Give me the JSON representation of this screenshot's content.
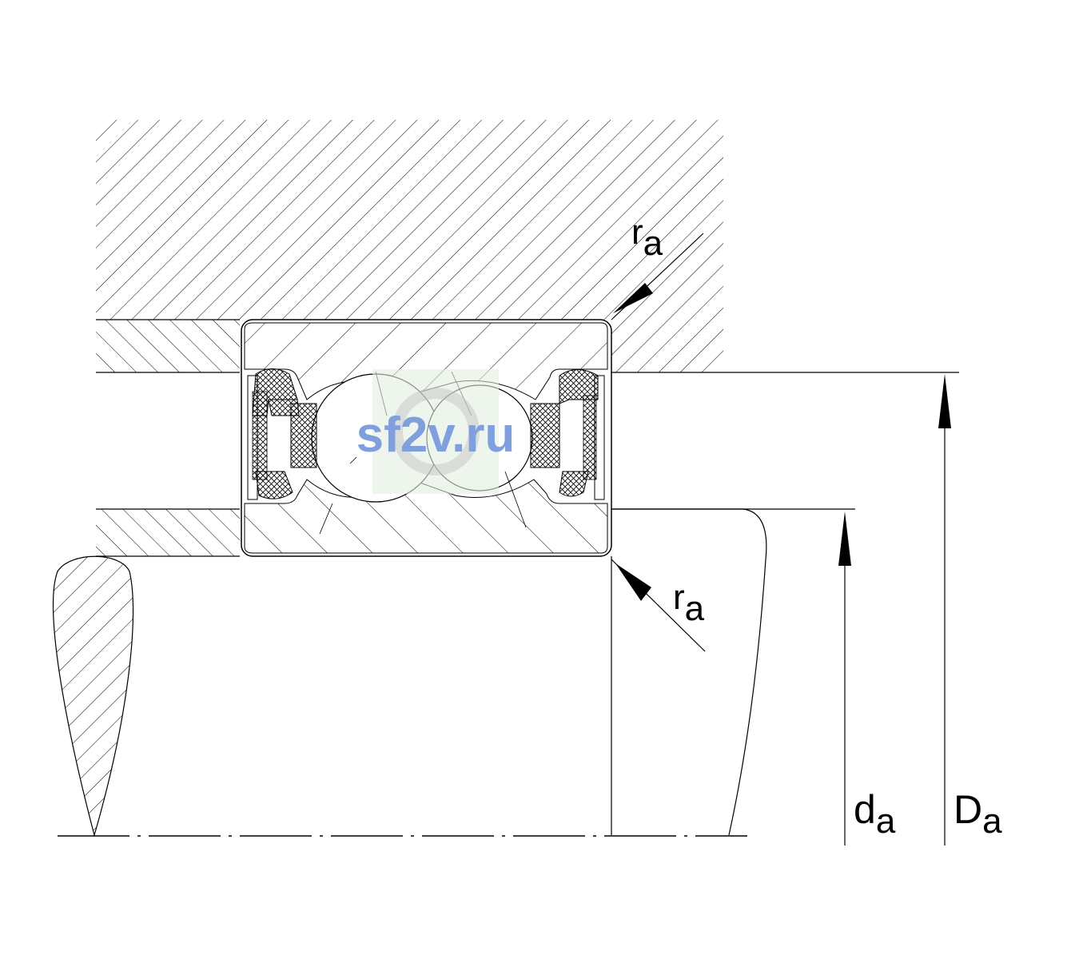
{
  "labels": {
    "ra_top": {
      "main": "r",
      "sub": "a"
    },
    "ra_bottom": {
      "main": "r",
      "sub": "a"
    },
    "da": {
      "main": "d",
      "sub": "a"
    },
    "Da": {
      "main": "D",
      "sub": "a"
    }
  },
  "watermark": {
    "text": "sf2v.ru",
    "color": "#6a8fd8",
    "bg": "#e4f0df"
  },
  "colors": {
    "line": "#000000",
    "background": "#ffffff"
  }
}
